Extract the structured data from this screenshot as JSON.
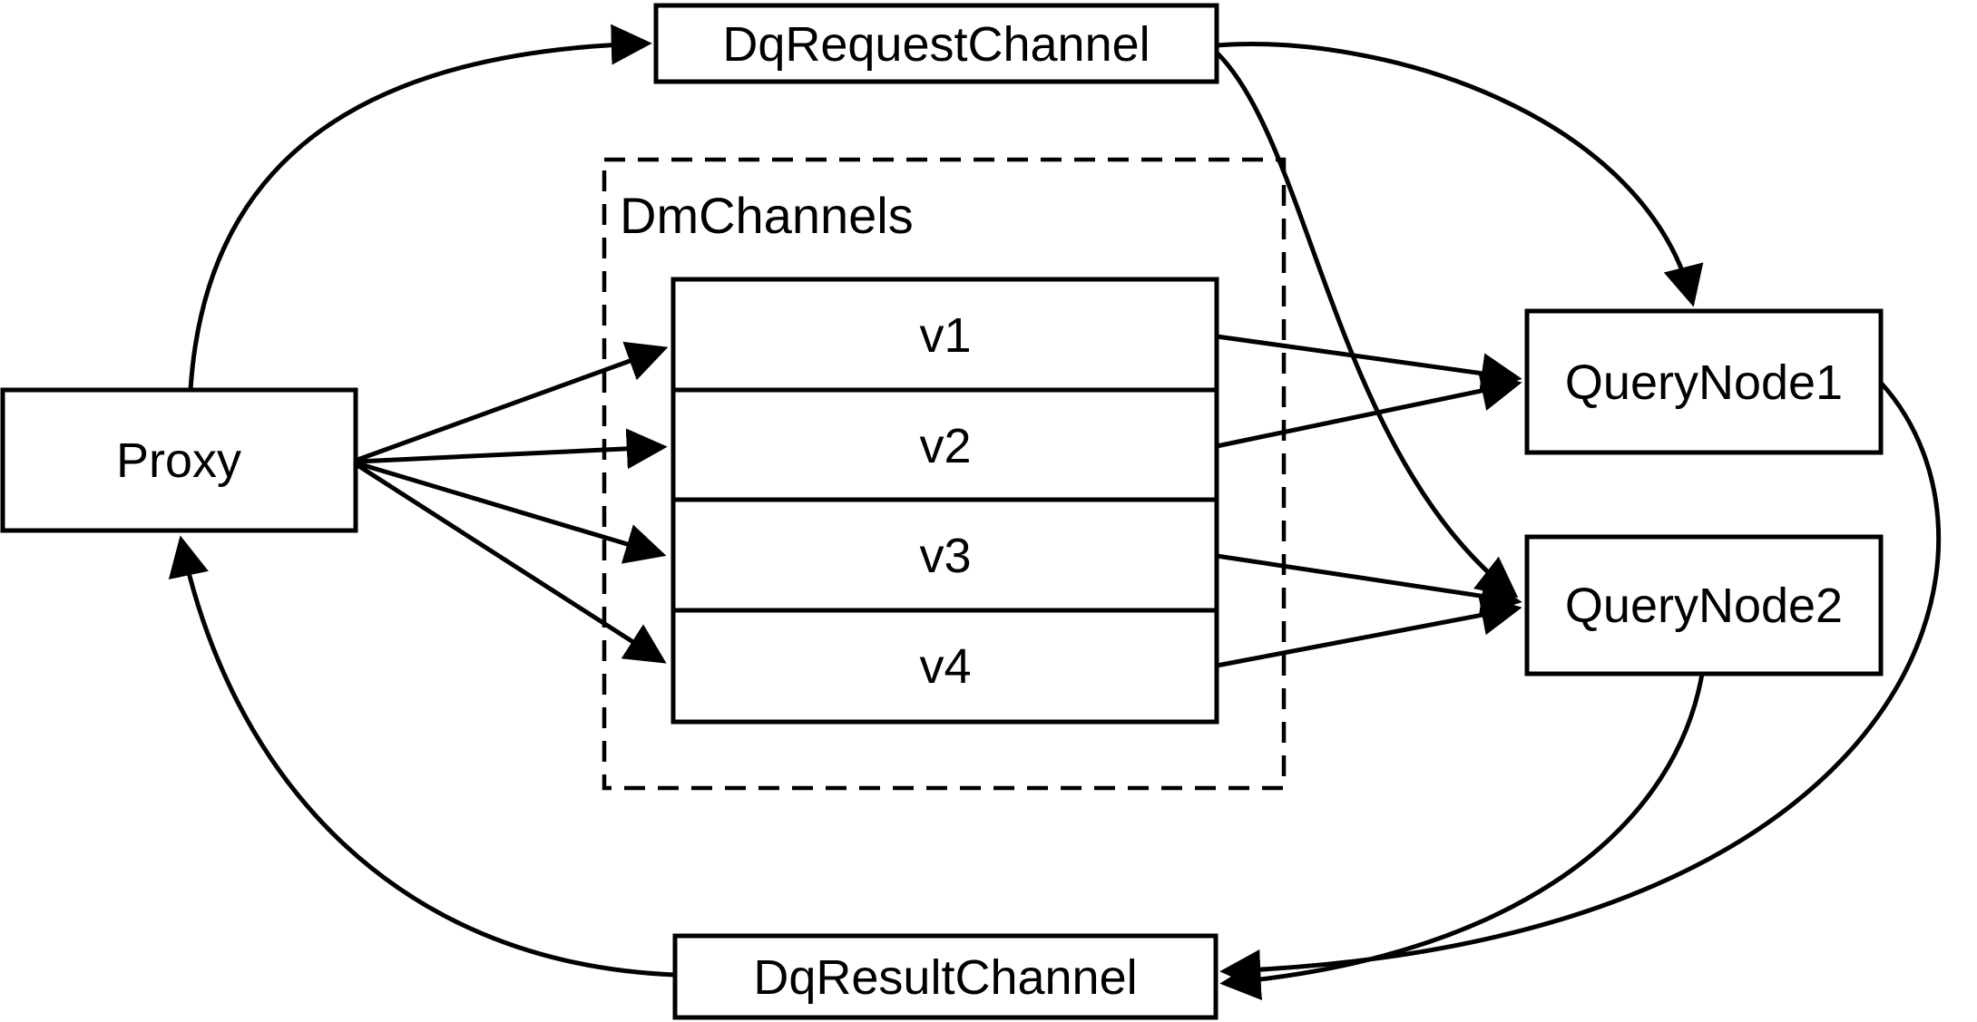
{
  "diagram": {
    "nodes": {
      "dq_request_channel": {
        "label": "DqRequestChannel"
      },
      "dm_channels": {
        "label": "DmChannels"
      },
      "proxy": {
        "label": "Proxy"
      },
      "v1": {
        "label": "v1"
      },
      "v2": {
        "label": "v2"
      },
      "v3": {
        "label": "v3"
      },
      "v4": {
        "label": "v4"
      },
      "query_node_1": {
        "label": "QueryNode1"
      },
      "query_node_2": {
        "label": "QueryNode2"
      },
      "dq_result_channel": {
        "label": "DqResultChannel"
      }
    },
    "edges": [
      {
        "from": "Proxy",
        "to": "DqRequestChannel"
      },
      {
        "from": "Proxy",
        "to": "v1"
      },
      {
        "from": "Proxy",
        "to": "v2"
      },
      {
        "from": "Proxy",
        "to": "v3"
      },
      {
        "from": "Proxy",
        "to": "v4"
      },
      {
        "from": "v1",
        "to": "QueryNode1"
      },
      {
        "from": "v2",
        "to": "QueryNode1"
      },
      {
        "from": "v3",
        "to": "QueryNode2"
      },
      {
        "from": "v4",
        "to": "QueryNode2"
      },
      {
        "from": "DqRequestChannel",
        "to": "QueryNode1"
      },
      {
        "from": "DqRequestChannel",
        "to": "QueryNode2"
      },
      {
        "from": "QueryNode1",
        "to": "DqResultChannel"
      },
      {
        "from": "QueryNode2",
        "to": "DqResultChannel"
      },
      {
        "from": "DqResultChannel",
        "to": "Proxy"
      }
    ],
    "colors": {
      "stroke": "#000000",
      "background": "#ffffff"
    }
  }
}
